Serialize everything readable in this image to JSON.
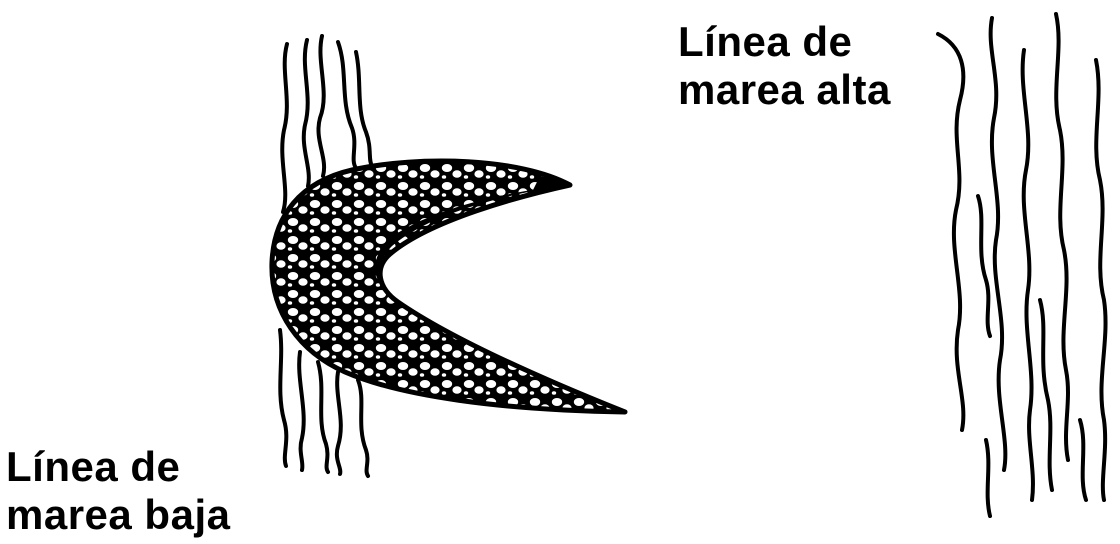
{
  "labels": {
    "high_tide": {
      "line1": "Línea de",
      "line2": "marea alta"
    },
    "low_tide": {
      "line1": "Línea de",
      "line2": "marea baja"
    }
  },
  "colors": {
    "ink": "#000000",
    "paper": "#ffffff"
  },
  "icons": {
    "figure": "sandbar-crescent-icon",
    "wavy_lines": "tide-line-strokes"
  }
}
